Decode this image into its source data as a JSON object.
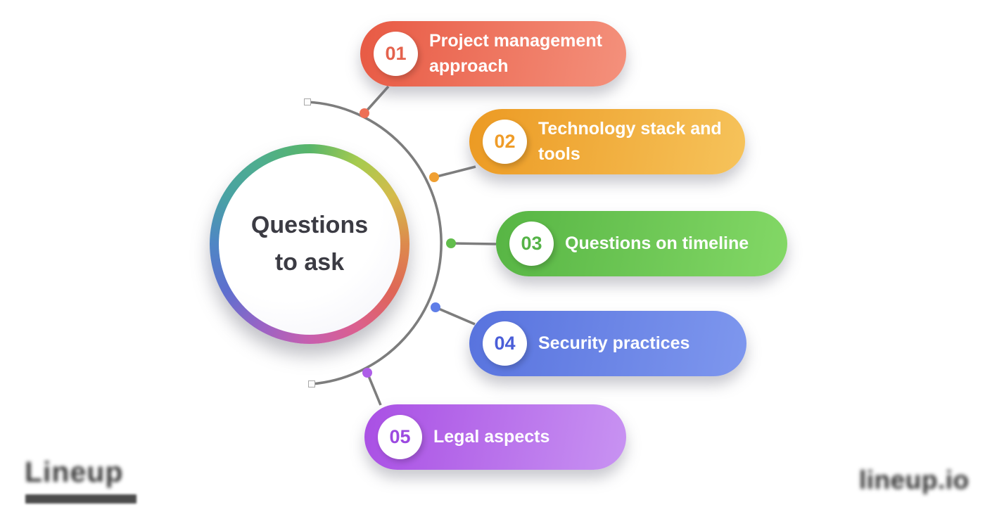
{
  "hub": {
    "title_line1": "Questions",
    "title_line2": "to ask",
    "text_color": "#3b3b43",
    "ring_colors": [
      "#58b56a",
      "#a6cb4e",
      "#d4bb4b",
      "#dd8a4d",
      "#df6657",
      "#db5f8e",
      "#c75fae",
      "#9a63c5",
      "#5f6fce",
      "#4f86c5",
      "#49a2a3",
      "#4fae8d",
      "#58b56a"
    ]
  },
  "items": [
    {
      "number": "01",
      "label": "Project management approach",
      "gradient": [
        "#e85a44",
        "#f4917c"
      ],
      "number_color": "#e4624d",
      "dot_color": "#ee6f55"
    },
    {
      "number": "02",
      "label": "Technology stack and tools",
      "gradient": [
        "#ec9a23",
        "#f6c35b"
      ],
      "number_color": "#ef9c28",
      "dot_color": "#f0a032"
    },
    {
      "number": "03",
      "label": "Questions on timeline",
      "gradient": [
        "#57b544",
        "#83d866"
      ],
      "number_color": "#55b347",
      "dot_color": "#62bd4c"
    },
    {
      "number": "04",
      "label": "Security practices",
      "gradient": [
        "#5873de",
        "#7e97ee"
      ],
      "number_color": "#4a5ed8",
      "dot_color": "#5f7ee8"
    },
    {
      "number": "05",
      "label": "Legal aspects",
      "gradient": [
        "#a94fe4",
        "#c893f2"
      ],
      "number_color": "#9c4ae0",
      "dot_color": "#ae5ee8"
    }
  ],
  "connector_color": "#7d7d7d",
  "footer": {
    "logo_text": "Lineup",
    "website": "lineup.io"
  }
}
